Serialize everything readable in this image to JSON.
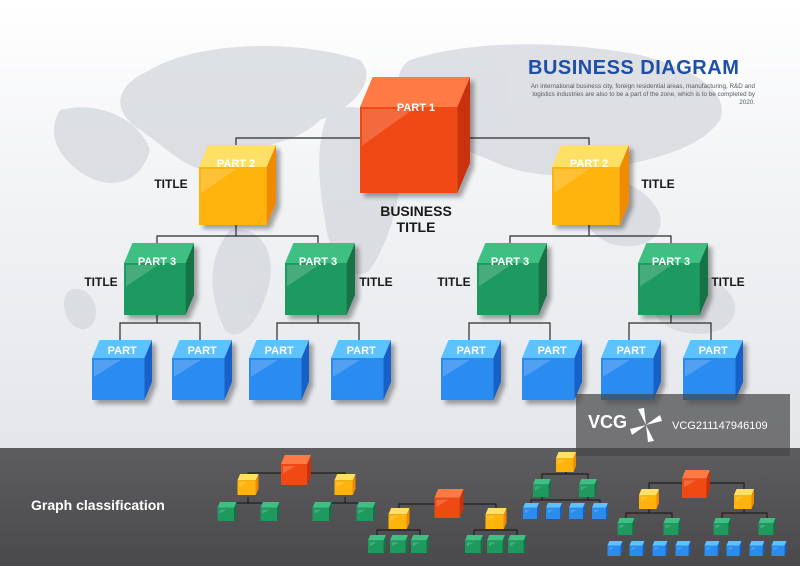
{
  "header": {
    "title": "BUSINESS DIAGRAM",
    "description": "An international business city, foreign residential areas, manufacturing, R&D and logistics industries are also to be a part of the zone, which is to be completed by 2020."
  },
  "center_title": "BUSINESS TITLE",
  "tree": {
    "root": {
      "label": "PART 1",
      "color": "red"
    },
    "level2": [
      {
        "label": "PART 2",
        "side_label": "TITLE",
        "color": "orange"
      },
      {
        "label": "PART 2",
        "side_label": "TITLE",
        "color": "orange"
      }
    ],
    "level3": [
      {
        "label": "PART 3",
        "side_label": "TITLE",
        "color": "green"
      },
      {
        "label": "PART 3",
        "side_label": "TITLE",
        "color": "green"
      },
      {
        "label": "PART 3",
        "side_label": "TITLE",
        "color": "green"
      },
      {
        "label": "PART 3",
        "side_label": "TITLE",
        "color": "green"
      }
    ],
    "level4": [
      {
        "label": "PART",
        "color": "blue"
      },
      {
        "label": "PART",
        "color": "blue"
      },
      {
        "label": "PART",
        "color": "blue"
      },
      {
        "label": "PART",
        "color": "blue"
      },
      {
        "label": "PART",
        "color": "blue"
      },
      {
        "label": "PART",
        "color": "blue"
      },
      {
        "label": "PART",
        "color": "blue"
      },
      {
        "label": "PART",
        "color": "blue"
      }
    ]
  },
  "footer": {
    "label": "Graph classification"
  },
  "watermark": {
    "logo": "VCG",
    "code": "VCG211147946109"
  },
  "colors": {
    "red": {
      "top": "#ff7a45",
      "left": "#f04a14",
      "right": "#c9310a"
    },
    "orange": {
      "top": "#ffe066",
      "left": "#ffb40c",
      "right": "#f08a00"
    },
    "green": {
      "top": "#3fbf83",
      "left": "#1f9a5f",
      "right": "#137345"
    },
    "blue": {
      "top": "#5cc3ff",
      "left": "#2b8cf0",
      "right": "#1660c8"
    },
    "title_blue": "#1e4fa8"
  }
}
